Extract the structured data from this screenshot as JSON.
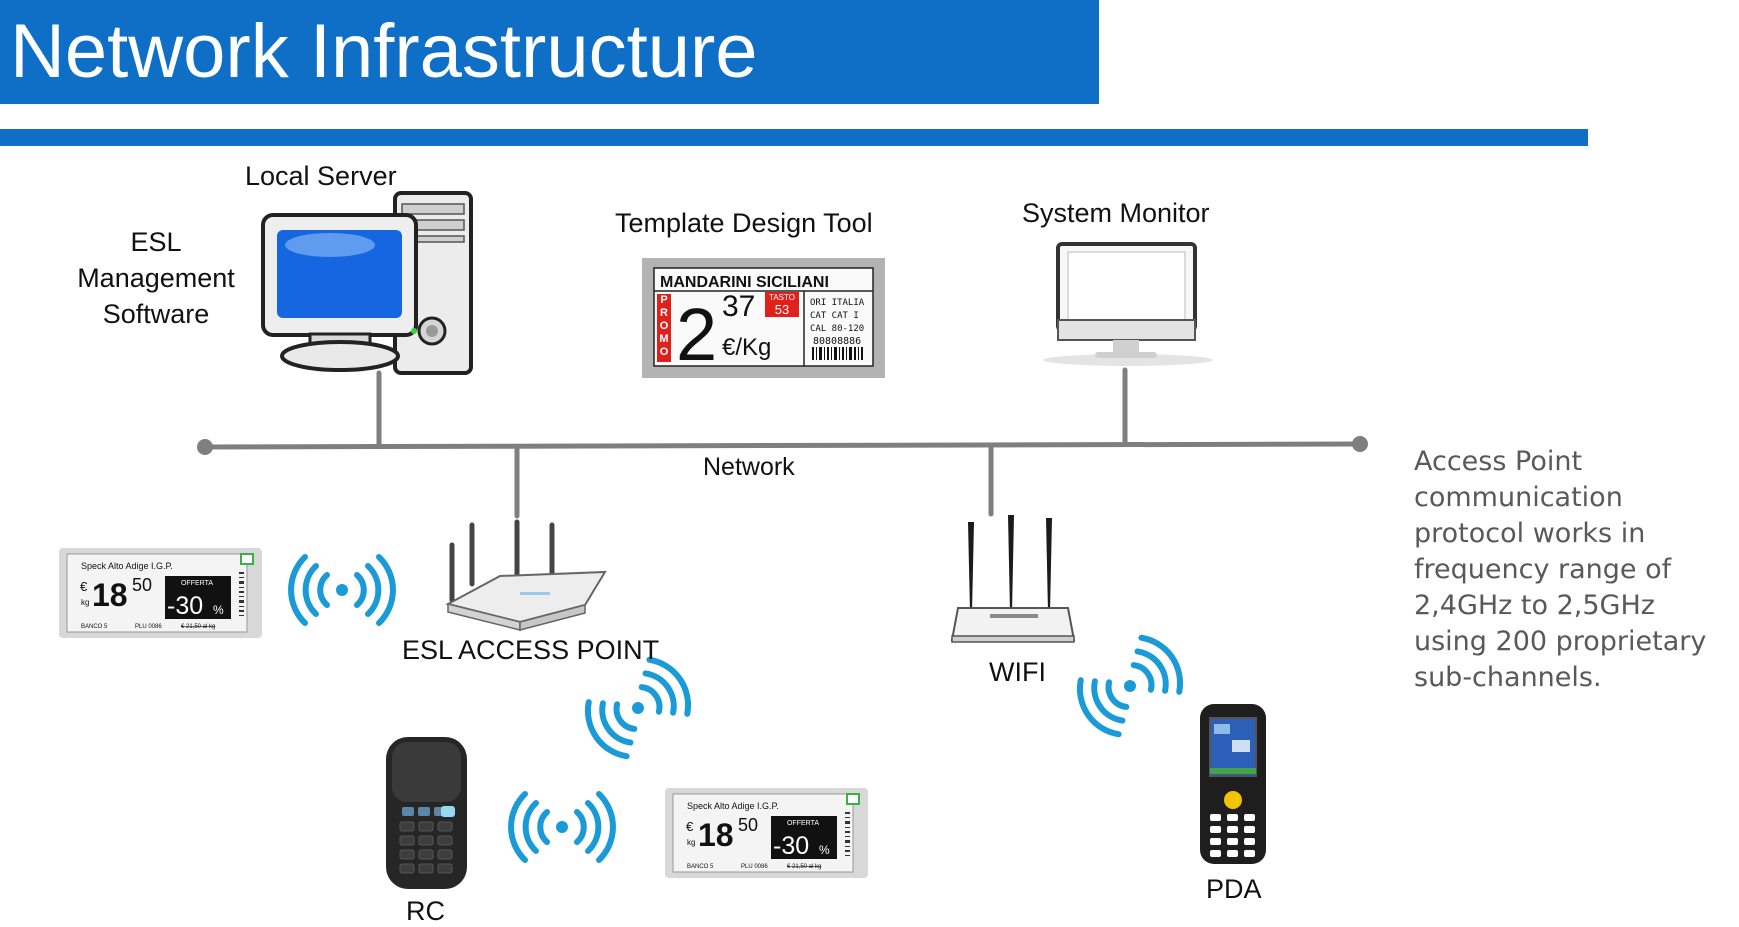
{
  "header": {
    "title": "Network Infrastructure"
  },
  "nodes": {
    "local_server": "Local Server",
    "esl_software": [
      "ESL",
      "Management",
      "Software"
    ],
    "template_tool": "Template Design Tool",
    "system_monitor": "System Monitor",
    "network": "Network",
    "access_point": "ESL ACCESS POINT",
    "wifi": "WIFI",
    "rc": "RC",
    "pda": "PDA"
  },
  "template_label": {
    "product": "MANDARINI SICILIANI",
    "side": "PROMO",
    "price_int": "2",
    "price_dec": "37",
    "unit": "€/Kg",
    "key_label": "TASTO",
    "key_value": "53",
    "info": [
      "ORI   ITALIA",
      "CAT   CAT I",
      "CAL   80-120"
    ],
    "code": "80808886"
  },
  "esl_tag": {
    "product": "Speck Alto Adige I.G.P.",
    "currency": "€",
    "unit": "kg",
    "price": "18",
    "price_dec": "50",
    "offer": "OFFERTA",
    "discount": "-30",
    "percent": "%",
    "bank": "BANCO 5",
    "plu": "PLU 0086",
    "old_price": "€ 21,50 al kg"
  },
  "side_note": "Access Point communication protocol works in frequency range of 2,4GHz to 2,5GHz using 200 proprietary sub-channels.",
  "colors": {
    "brand_blue": "#0f6fc6",
    "signal_blue": "#1a9ad6",
    "network_line": "#7f7f7f",
    "promo_red": "#e0201b"
  }
}
